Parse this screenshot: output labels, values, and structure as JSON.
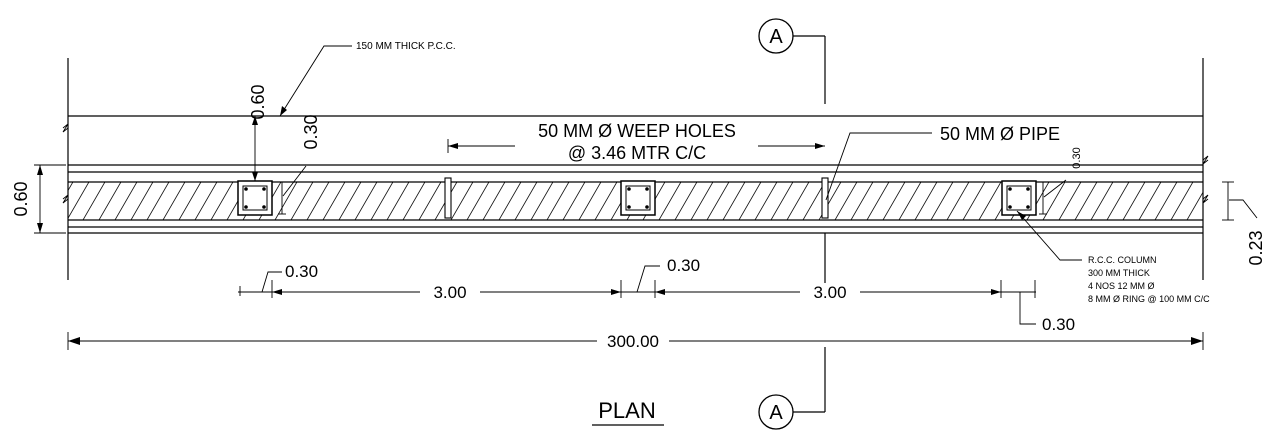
{
  "drawing": {
    "title": "PLAN",
    "section_marker": "A",
    "pcc_note": "150 MM THICK P.C.C.",
    "weep_holes_line1": "50 MM Ø WEEP HOLES",
    "weep_holes_line2": "@ 3.46 MTR C/C",
    "pipe_note": "50 MM Ø PIPE",
    "column_note": {
      "line1": "R.C.C. COLUMN",
      "line2": "300 MM THICK",
      "line3": "4 NOS 12 MM Ø",
      "line4": "8 MM Ø RING @ 100 MM C/C"
    },
    "dims": {
      "pcc_offset": "0.60",
      "wall_width": "0.60",
      "col_gap_left": "0.30",
      "col_gap_right": "0.30",
      "wall_thickness": "0.23",
      "col_left": "0.30",
      "span_left": "3.00",
      "col_mid": "0.30",
      "span_right": "3.00",
      "col_right": "0.30",
      "overall": "300.00"
    }
  }
}
